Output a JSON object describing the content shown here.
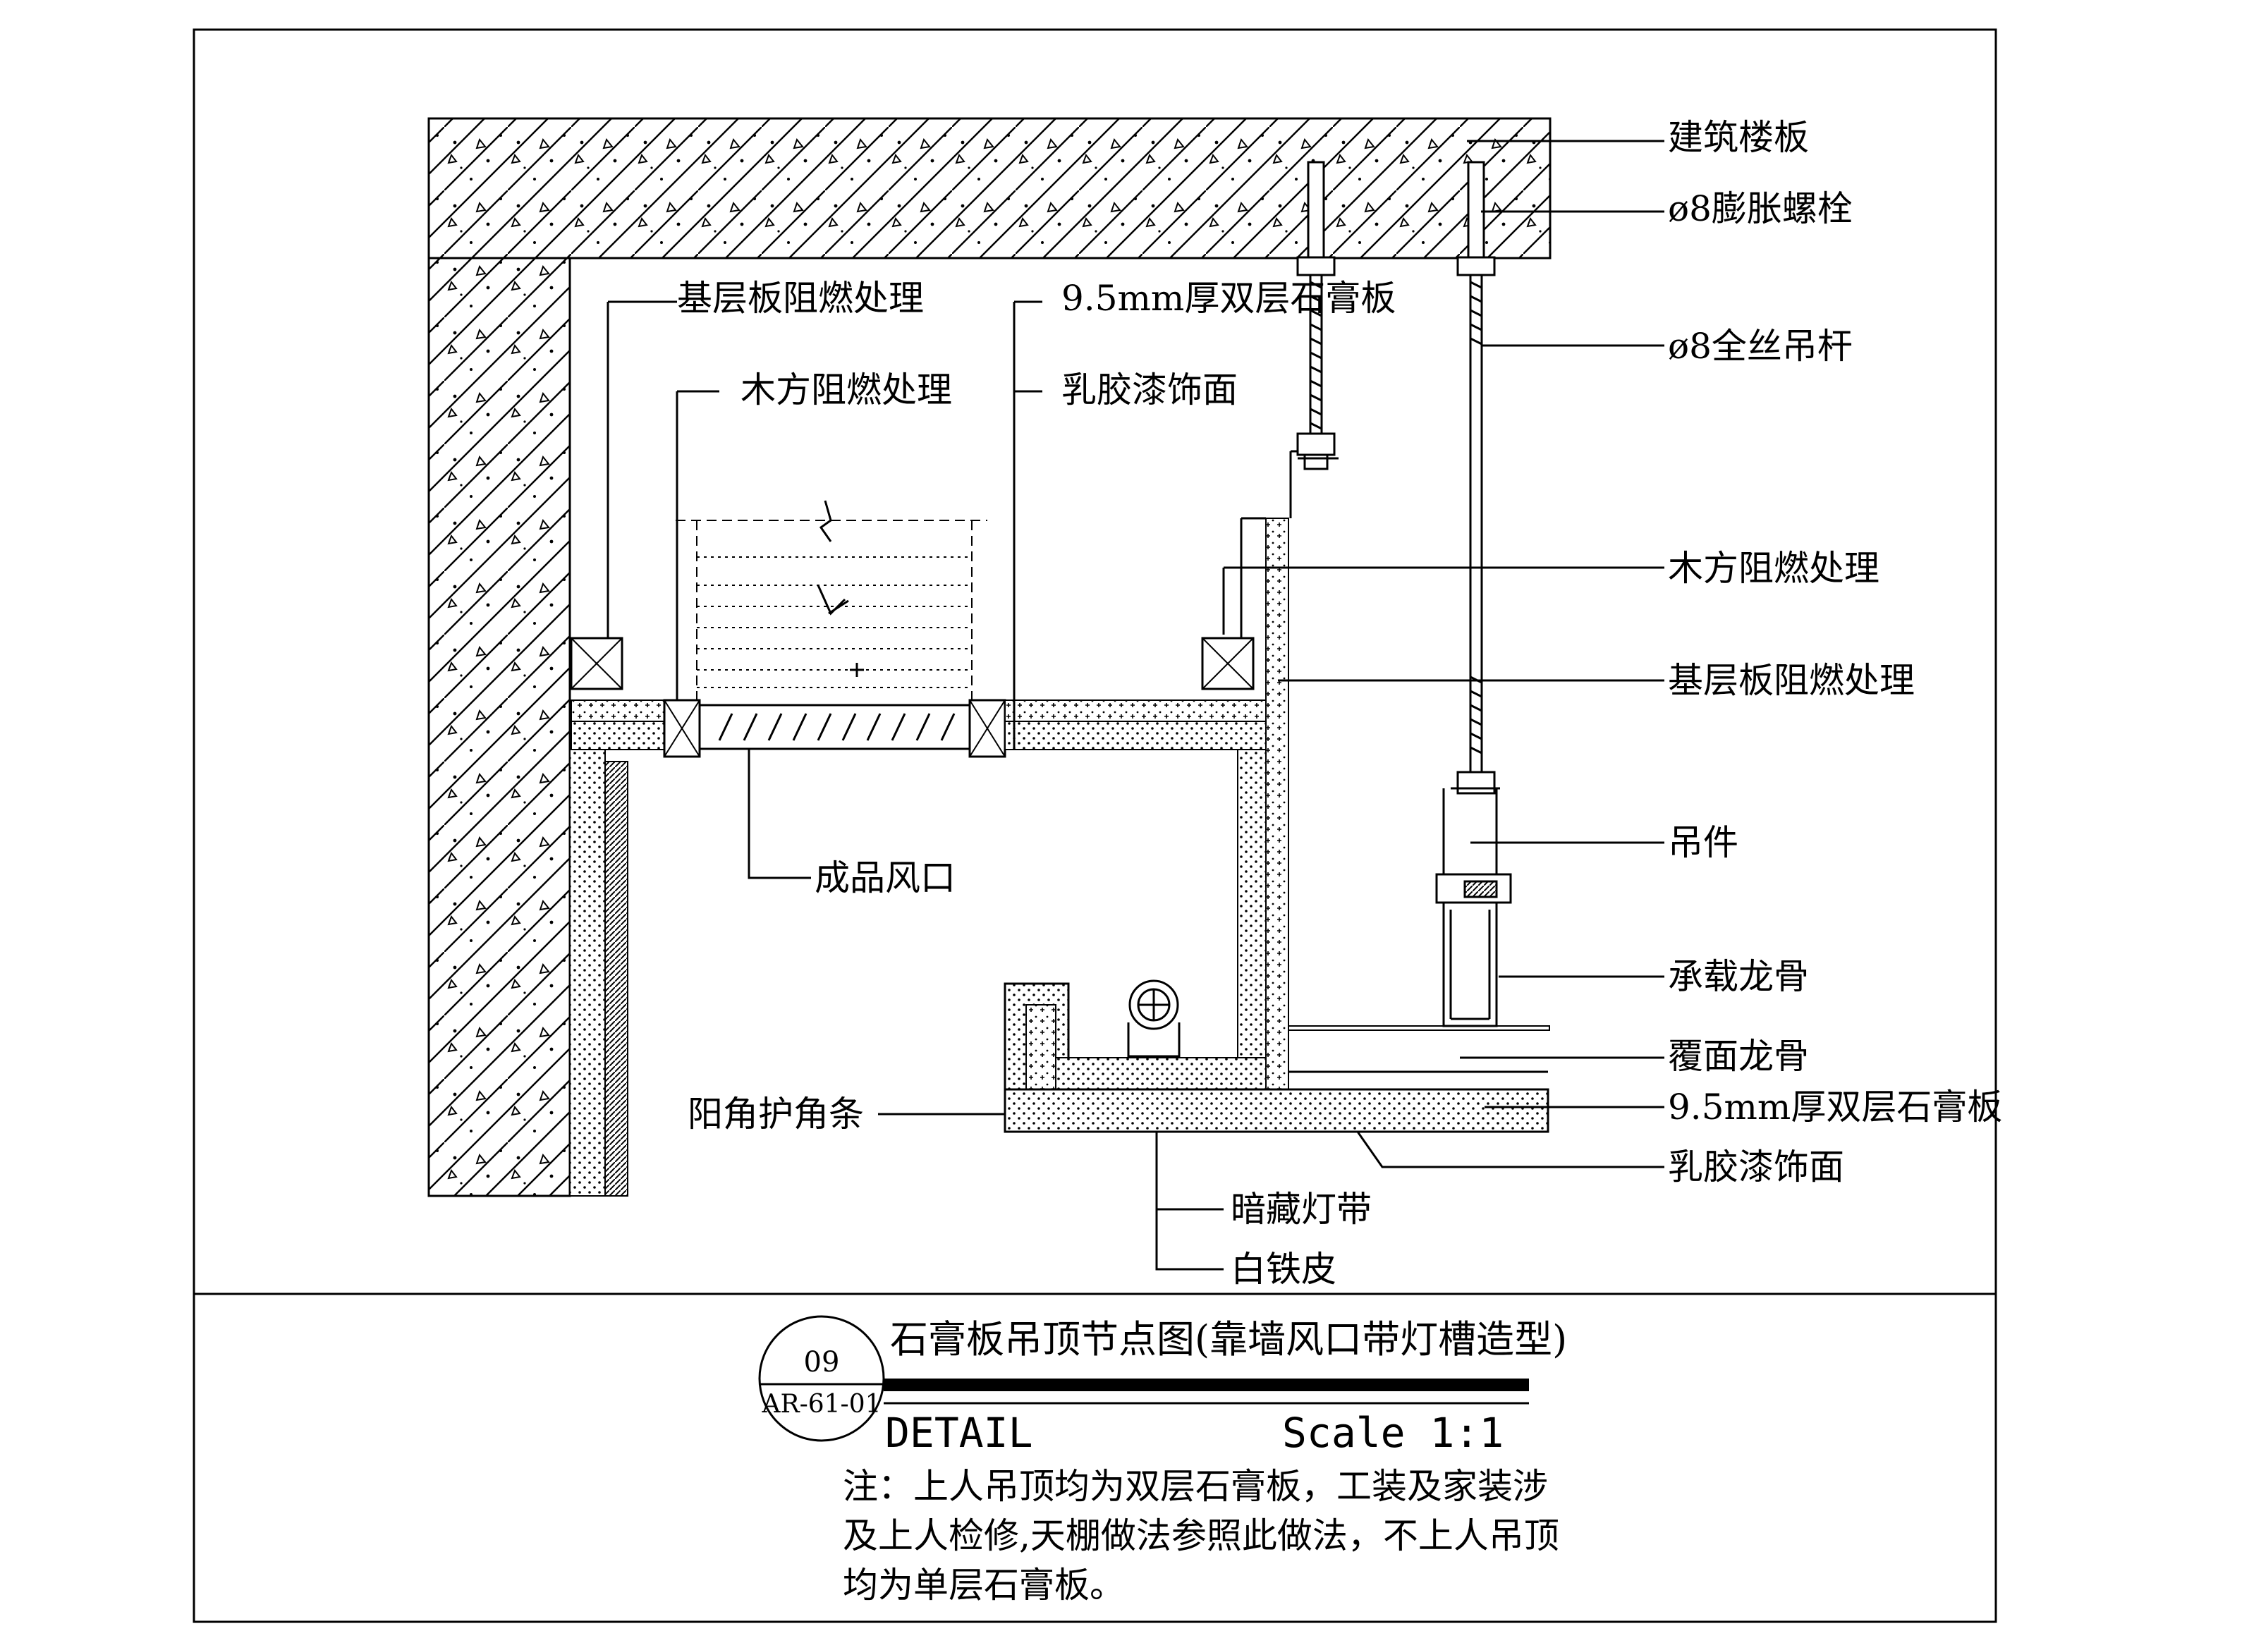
{
  "drawing": {
    "labels": {
      "floor_slab": "建筑楼板",
      "expansion_bolt": "ø8膨胀螺栓",
      "threaded_rod": "ø8全丝吊杆",
      "base_board_left": "基层板阻燃处理",
      "gypsum_top": "9.5mm厚双层石膏板",
      "timber_left": "木方阻燃处理",
      "latex_top": "乳胶漆饰面",
      "timber_right": "木方阻燃处理",
      "base_board_right": "基层板阻燃处理",
      "air_vent": "成品风口",
      "hanger": "吊件",
      "main_keel": "承载龙骨",
      "cover_keel": "覆面龙骨",
      "corner_bead": "阳角护角条",
      "gypsum_bottom": "9.5mm厚双层石膏板",
      "latex_bottom": "乳胶漆饰面",
      "hidden_light": "暗藏灯带",
      "tin_sheet": "白铁皮"
    },
    "title_block": {
      "detail_number": "09",
      "sheet_code": "AR-61-01",
      "title": "石膏板吊顶节点图(靠墙风口带灯槽造型)",
      "detail_word": "DETAIL",
      "scale": "Scale 1:1",
      "note_line1": "注：上人吊顶均为双层石膏板，工装及家装涉",
      "note_line2": "及上人检修,天棚做法参照此做法，不上人吊顶",
      "note_line3": "均为单层石膏板。"
    }
  }
}
